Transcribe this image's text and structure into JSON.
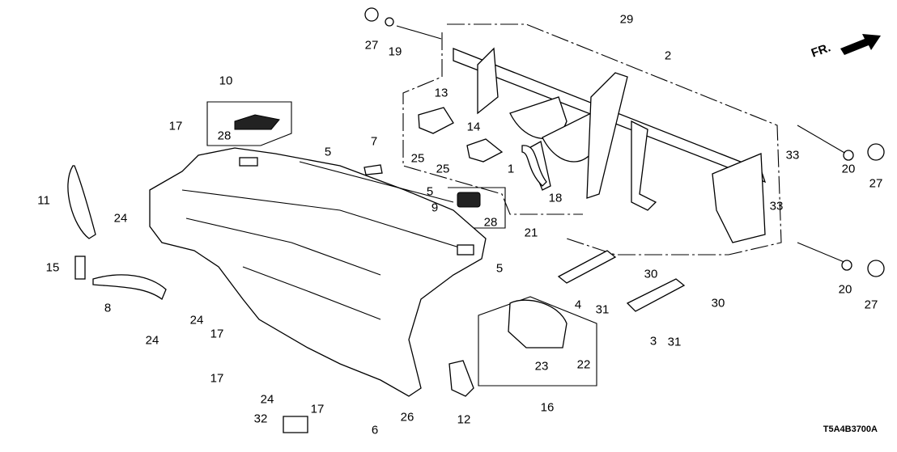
{
  "diagram": {
    "code": "T5A4B3700A",
    "direction_indicator": "FR.",
    "callouts": [
      {
        "id": "c27a",
        "text": "27"
      },
      {
        "id": "c19",
        "text": "19"
      },
      {
        "id": "c29",
        "text": "29"
      },
      {
        "id": "c2",
        "text": "2"
      },
      {
        "id": "c10",
        "text": "10"
      },
      {
        "id": "c28a",
        "text": "28"
      },
      {
        "id": "c13",
        "text": "13"
      },
      {
        "id": "c14",
        "text": "14"
      },
      {
        "id": "c17a",
        "text": "17"
      },
      {
        "id": "c5a",
        "text": "5"
      },
      {
        "id": "c7",
        "text": "7"
      },
      {
        "id": "c25a",
        "text": "25"
      },
      {
        "id": "c25b",
        "text": "25"
      },
      {
        "id": "c1",
        "text": "1"
      },
      {
        "id": "c18",
        "text": "18"
      },
      {
        "id": "c5b",
        "text": "5"
      },
      {
        "id": "c9",
        "text": "9"
      },
      {
        "id": "c28b",
        "text": "28"
      },
      {
        "id": "c21",
        "text": "21"
      },
      {
        "id": "c11",
        "text": "11"
      },
      {
        "id": "c24a",
        "text": "24"
      },
      {
        "id": "c15",
        "text": "15"
      },
      {
        "id": "c5c",
        "text": "5"
      },
      {
        "id": "c8",
        "text": "8"
      },
      {
        "id": "c24b",
        "text": "24"
      },
      {
        "id": "c24c",
        "text": "24"
      },
      {
        "id": "c17b",
        "text": "17"
      },
      {
        "id": "c17c",
        "text": "17"
      },
      {
        "id": "c24d",
        "text": "24"
      },
      {
        "id": "c17d",
        "text": "17"
      },
      {
        "id": "c32",
        "text": "32"
      },
      {
        "id": "c6",
        "text": "6"
      },
      {
        "id": "c26",
        "text": "26"
      },
      {
        "id": "c12",
        "text": "12"
      },
      {
        "id": "c16",
        "text": "16"
      },
      {
        "id": "c23",
        "text": "23"
      },
      {
        "id": "c22",
        "text": "22"
      },
      {
        "id": "c4",
        "text": "4"
      },
      {
        "id": "c31a",
        "text": "31"
      },
      {
        "id": "c30a",
        "text": "30"
      },
      {
        "id": "c3",
        "text": "3"
      },
      {
        "id": "c31b",
        "text": "31"
      },
      {
        "id": "c30b",
        "text": "30"
      },
      {
        "id": "c20a",
        "text": "20"
      },
      {
        "id": "c27b",
        "text": "27"
      },
      {
        "id": "c33a",
        "text": "33"
      },
      {
        "id": "c33b",
        "text": "33"
      },
      {
        "id": "c20b",
        "text": "20"
      },
      {
        "id": "c27c",
        "text": "27"
      }
    ]
  }
}
